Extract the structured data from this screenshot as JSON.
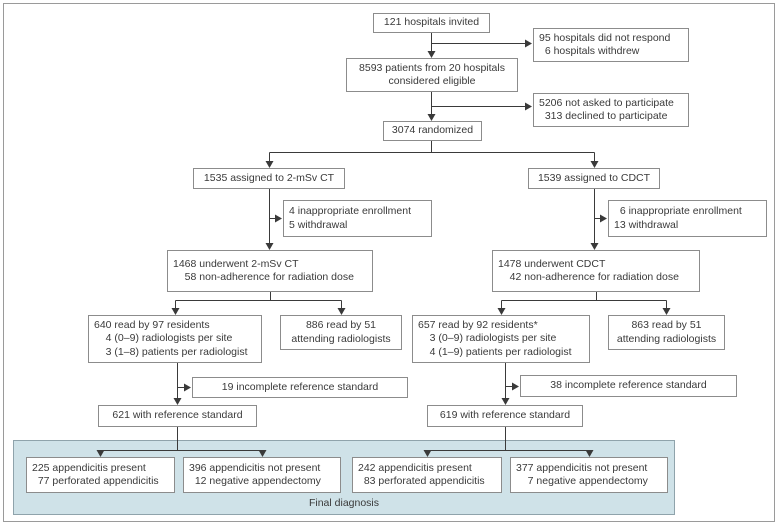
{
  "figure": {
    "type": "consort-flow-diagram",
    "final_label": "Final diagnosis",
    "colors": {
      "panel_fill": "#cfe2e8",
      "panel_border": "#8fa3ab",
      "box_border": "#8c8c8c",
      "line": "#3a3a3a",
      "text": "#3a3a3a",
      "frame_border": "#9a9a9a"
    },
    "nodes": {
      "invited": {
        "lines": [
          "121 hospitals invited"
        ]
      },
      "no_response": {
        "lines": [
          "95 hospitals did not respond",
          "  6 hospitals withdrew"
        ]
      },
      "eligible": {
        "lines": [
          "8593 patients from 20 hospitals",
          "considered eligible"
        ]
      },
      "not_asked": {
        "lines": [
          "5206 not asked to participate",
          "  313 declined to participate"
        ]
      },
      "randomized": {
        "lines": [
          "3074 randomized"
        ]
      },
      "arm_msv": {
        "lines": [
          "1535 assigned to 2-mSv CT"
        ]
      },
      "arm_cdct": {
        "lines": [
          "1539 assigned to CDCT"
        ]
      },
      "excl_msv": {
        "lines": [
          "4 inappropriate enrollment",
          "5 withdrawal"
        ]
      },
      "excl_cdct": {
        "lines": [
          "  6 inappropriate enrollment",
          "13 withdrawal"
        ]
      },
      "underwent_msv": {
        "lines": [
          "1468 underwent 2-mSv CT",
          "    58 non-adherence for radiation dose"
        ]
      },
      "underwent_cdct": {
        "lines": [
          "1478 underwent CDCT",
          "    42 non-adherence for radiation dose"
        ]
      },
      "residents_msv": {
        "lines": [
          "640 read by 97 residents",
          "    4 (0–9) radiologists per site",
          "    3 (1–8) patients per radiologist"
        ]
      },
      "attending_msv": {
        "lines": [
          "886 read by 51",
          "attending radiologists"
        ]
      },
      "residents_cdct": {
        "lines": [
          "657 read by 92 residents*",
          "    3 (0–9) radiologists per site",
          "    4 (1–9) patients per radiologist"
        ]
      },
      "attending_cdct": {
        "lines": [
          "863 read by 51",
          "attending radiologists"
        ]
      },
      "incomplete_msv": {
        "lines": [
          "19 incomplete reference standard"
        ]
      },
      "refstd_msv": {
        "lines": [
          "621 with reference standard"
        ]
      },
      "incomplete_cdct": {
        "lines": [
          "38 incomplete reference standard"
        ]
      },
      "refstd_cdct": {
        "lines": [
          "619 with reference standard"
        ]
      },
      "dx_pos_msv": {
        "lines": [
          "225 appendicitis present",
          "  77 perforated appendicitis"
        ]
      },
      "dx_neg_msv": {
        "lines": [
          "396 appendicitis not present",
          "  12 negative appendectomy"
        ]
      },
      "dx_pos_cdct": {
        "lines": [
          "242 appendicitis present",
          "  83 perforated appendicitis"
        ]
      },
      "dx_neg_cdct": {
        "lines": [
          "377 appendicitis not present",
          "    7 negative appendectomy"
        ]
      }
    }
  }
}
